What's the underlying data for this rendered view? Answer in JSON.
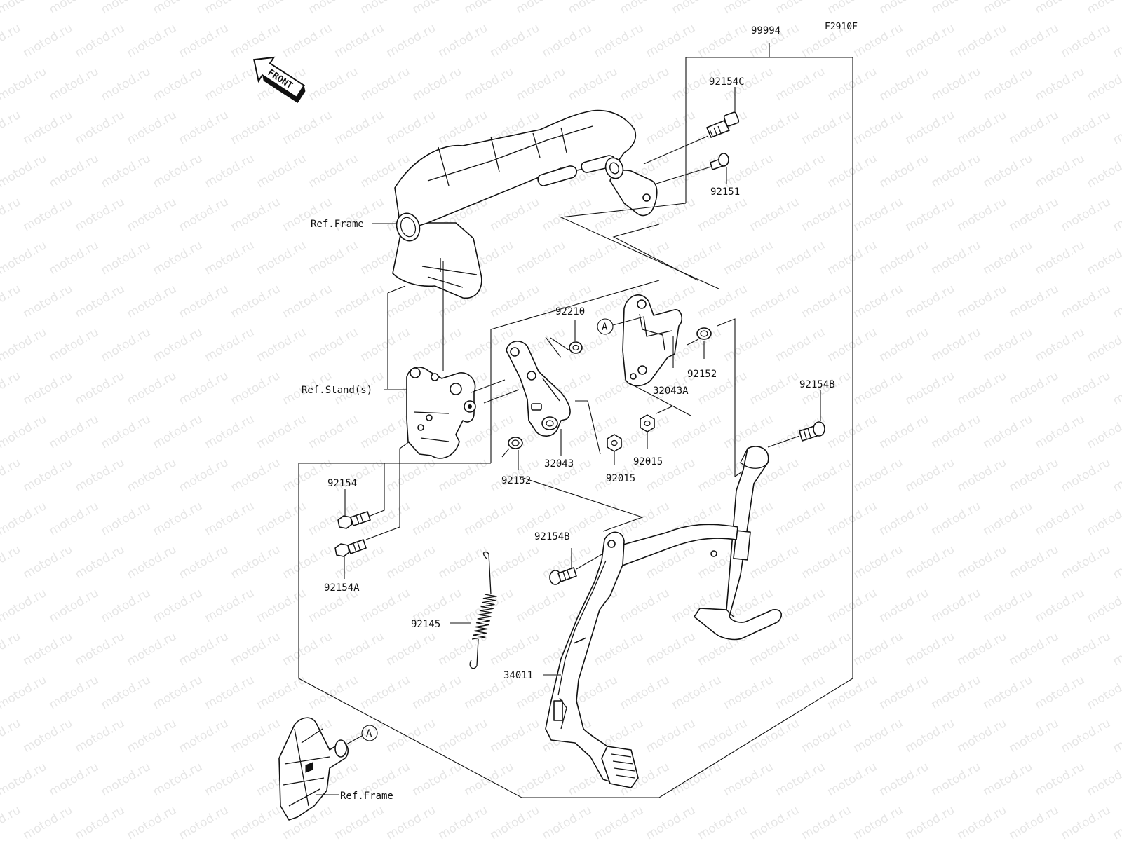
{
  "diagram_code": "F2910F",
  "front_arrow": {
    "label": "FRONT",
    "icon": "front-direction-arrow-icon"
  },
  "watermark": "motod.ru",
  "callouts": {
    "c99994": "99994",
    "c92154C": "92154C",
    "c92151": "92151",
    "c92210": "92210",
    "c92152_a": "92152",
    "c32043A": "32043A",
    "c92154B_a": "92154B",
    "c32043": "32043",
    "c92015_a": "92015",
    "c92015_b": "92015",
    "c92152_b": "92152",
    "c92154": "92154",
    "c92154A": "92154A",
    "c92154B_b": "92154B",
    "c92145": "92145",
    "c34011": "34011"
  },
  "refs": {
    "frame_top": "Ref.Frame",
    "stand": "Ref.Stand(s)",
    "frame_bottom": "Ref.Frame"
  },
  "markers": {
    "a_top": "A",
    "a_bottom": "A"
  },
  "colors": {
    "line": "#111111",
    "watermark": "#e6e6e6",
    "background": "#ffffff"
  }
}
